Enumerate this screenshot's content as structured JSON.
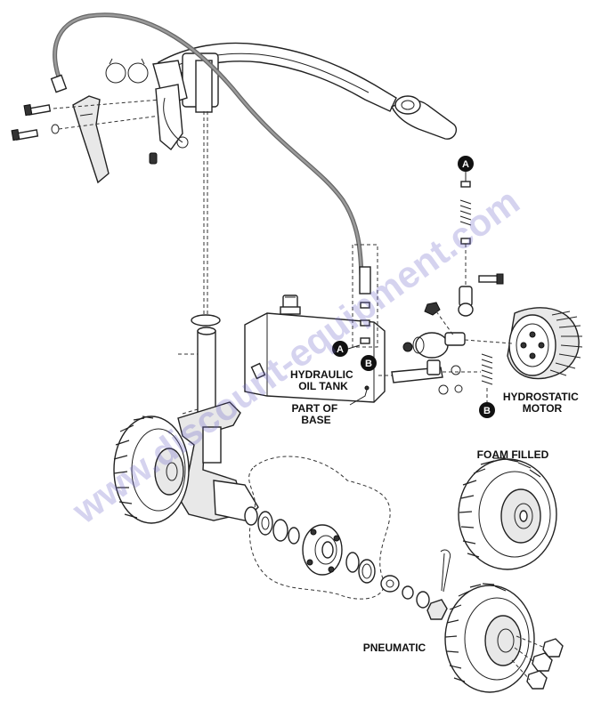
{
  "labels": {
    "hydraulic_tank": [
      "HYDRAULIC",
      "OIL TANK"
    ],
    "part_of_base": [
      "PART OF",
      "BASE"
    ],
    "hydrostatic_motor": [
      "HYDROSTATIC",
      "MOTOR"
    ],
    "foam_filled": "FOAM FILLED",
    "pneumatic": "PNEUMATIC"
  },
  "callouts": {
    "a": "A",
    "b": "B"
  },
  "watermark": "www.discount-equipment.com"
}
